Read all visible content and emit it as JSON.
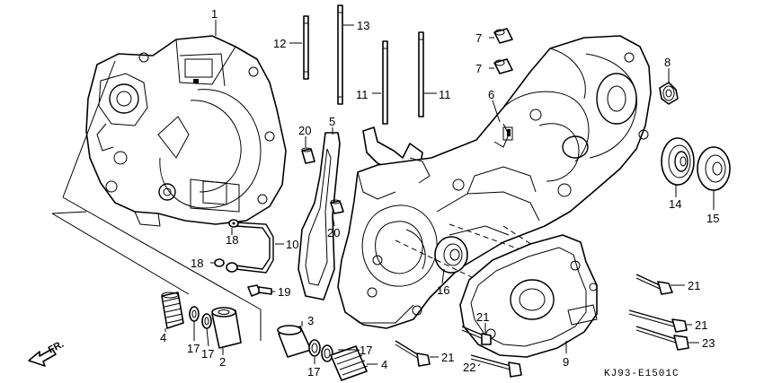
{
  "diagram_code": "KJ93-E1501C",
  "direction_label": "FR.",
  "callouts": {
    "p1": "1",
    "p2": "2",
    "p3": "3",
    "p4a": "4",
    "p4b": "4",
    "p5": "5",
    "p6": "6",
    "p7a": "7",
    "p7b": "7",
    "p8": "8",
    "p9": "9",
    "p10": "10",
    "p11a": "11",
    "p11b": "11",
    "p12": "12",
    "p13": "13",
    "p14": "14",
    "p15": "15",
    "p16": "16",
    "p17a": "17",
    "p17b": "17",
    "p17c": "17",
    "p17d": "17",
    "p18a": "18",
    "p18b": "18",
    "p19": "19",
    "p20a": "20",
    "p20b": "20",
    "p21a": "21",
    "p21b": "21",
    "p21c": "21",
    "p21d": "21",
    "p22": "22",
    "p23": "23"
  }
}
